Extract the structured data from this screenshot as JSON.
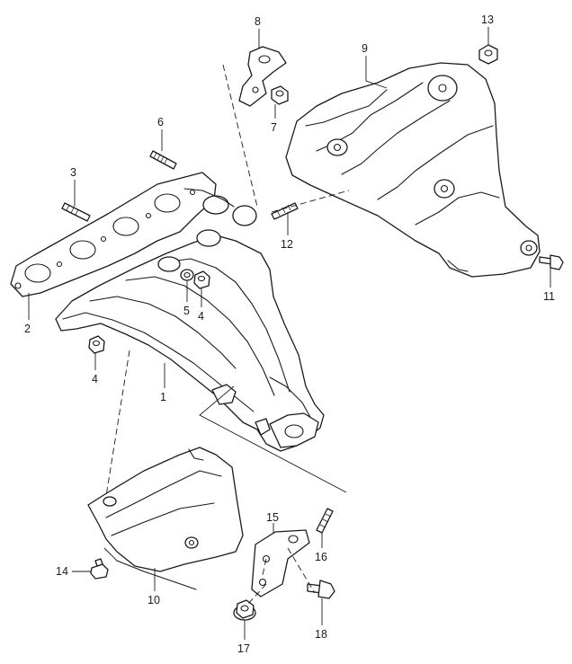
{
  "callouts": {
    "c1": "1",
    "c2": "2",
    "c3": "3",
    "c4a": "4",
    "c4b": "4",
    "c5": "5",
    "c6": "6",
    "c7": "7",
    "c8": "8",
    "c9": "9",
    "c10": "10",
    "c11": "11",
    "c12": "12",
    "c13": "13",
    "c14": "14",
    "c15": "15",
    "c16": "16",
    "c17": "17",
    "c18": "18"
  }
}
